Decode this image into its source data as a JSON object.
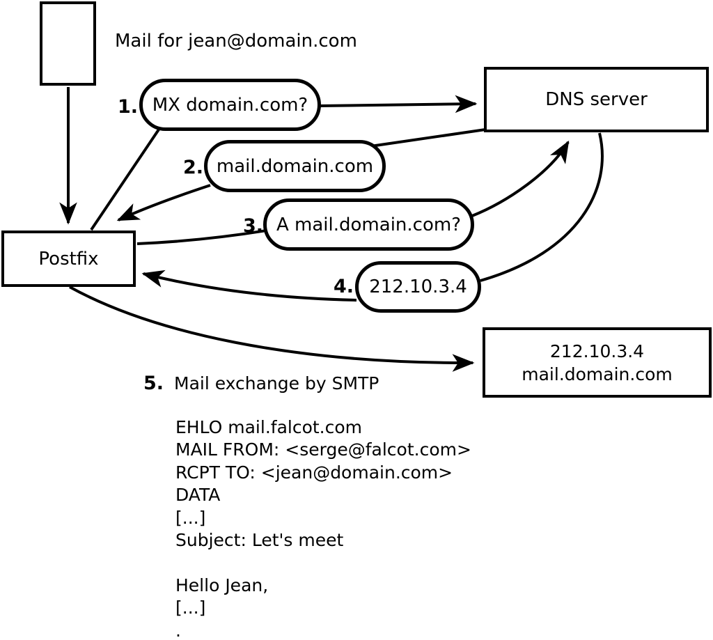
{
  "title": "Mail for jean@domain.com",
  "nodes": {
    "postfix": "Postfix",
    "dns": "DNS server",
    "mailserver": {
      "line1": "212.10.3.4",
      "line2": "mail.domain.com"
    }
  },
  "steps": [
    {
      "num": "1.",
      "label": "MX domain.com?"
    },
    {
      "num": "2.",
      "label": "mail.domain.com"
    },
    {
      "num": "3.",
      "label": "A mail.domain.com?"
    },
    {
      "num": "4.",
      "label": "212.10.3.4"
    },
    {
      "num": "5.",
      "label": "Mail exchange by SMTP"
    }
  ],
  "edges": [
    {
      "from": "mail-message",
      "to": "postfix"
    },
    {
      "from": "postfix",
      "to": "dns",
      "via": "MX domain.com?"
    },
    {
      "from": "dns",
      "to": "postfix",
      "via": "mail.domain.com"
    },
    {
      "from": "postfix",
      "to": "dns",
      "via": "A mail.domain.com?"
    },
    {
      "from": "dns",
      "to": "postfix",
      "via": "212.10.3.4"
    },
    {
      "from": "postfix",
      "to": "mailserver",
      "via": "SMTP"
    }
  ],
  "smtp": {
    "lines": [
      "EHLO mail.falcot.com",
      "MAIL FROM: <serge@falcot.com>",
      "RCPT TO: <jean@domain.com>",
      "DATA",
      "[...]",
      "Subject: Let's meet",
      "",
      "Hello Jean,",
      "[...]",
      "."
    ]
  },
  "colors": {
    "stroke": "#000000",
    "background": "#ffffff"
  }
}
